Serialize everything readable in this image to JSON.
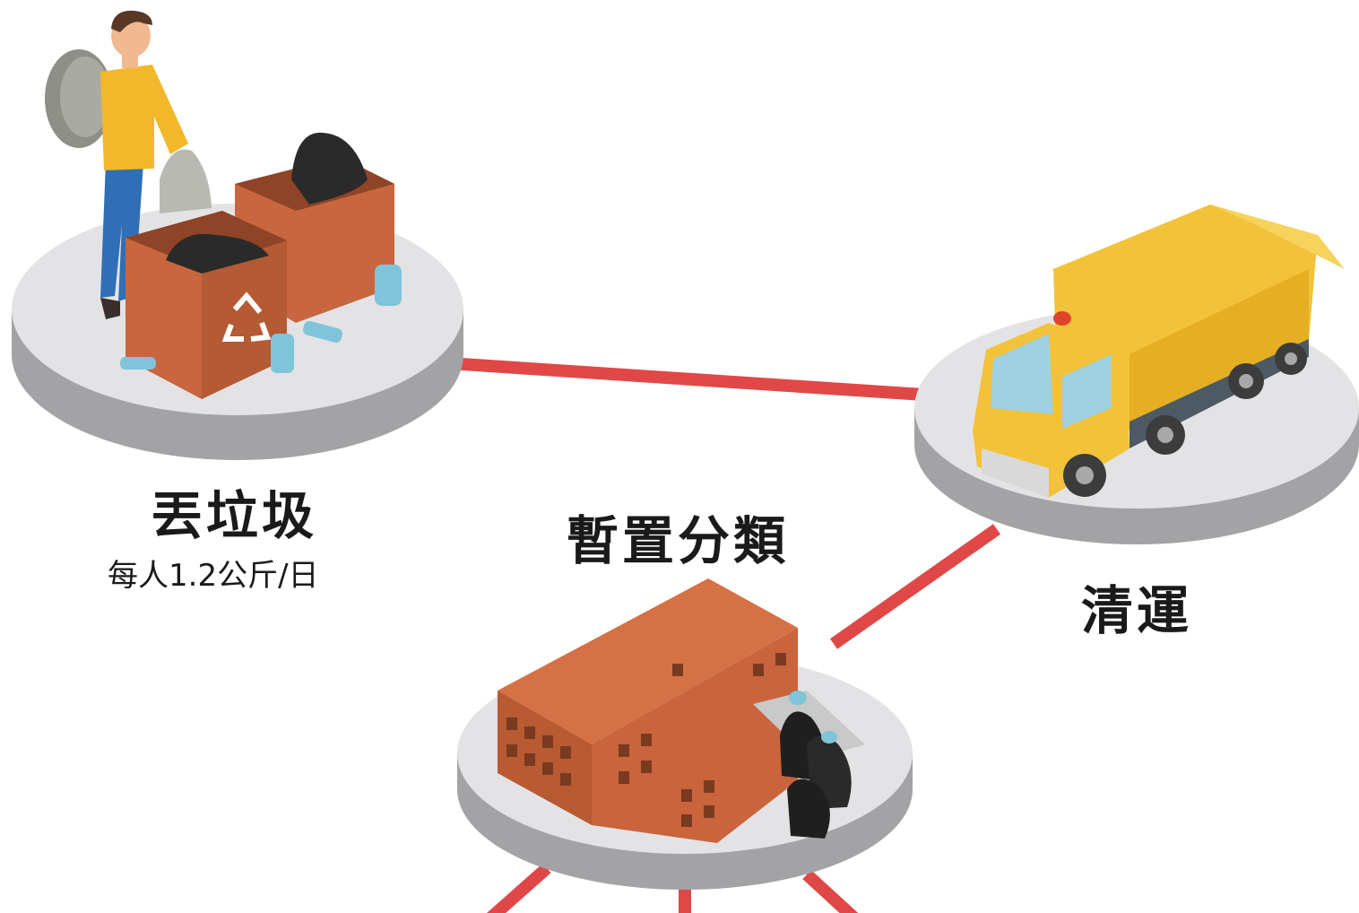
{
  "colors": {
    "connector": "#e04848",
    "platform_top": "#e3e3e5",
    "platform_side": "#a3a3a6",
    "bin": "#c8663f",
    "truck": "#f2c23a",
    "building": "#c9643c"
  },
  "stations": {
    "throw_trash": {
      "title": "丟垃圾",
      "subtitle": "每人1.2公斤/日",
      "icon": "person-with-recycling-bins-icon"
    },
    "collection": {
      "title": "清運",
      "icon": "garbage-truck-icon"
    },
    "temporary_sorting": {
      "title": "暫置分類",
      "icon": "sorting-facility-building-icon"
    }
  }
}
